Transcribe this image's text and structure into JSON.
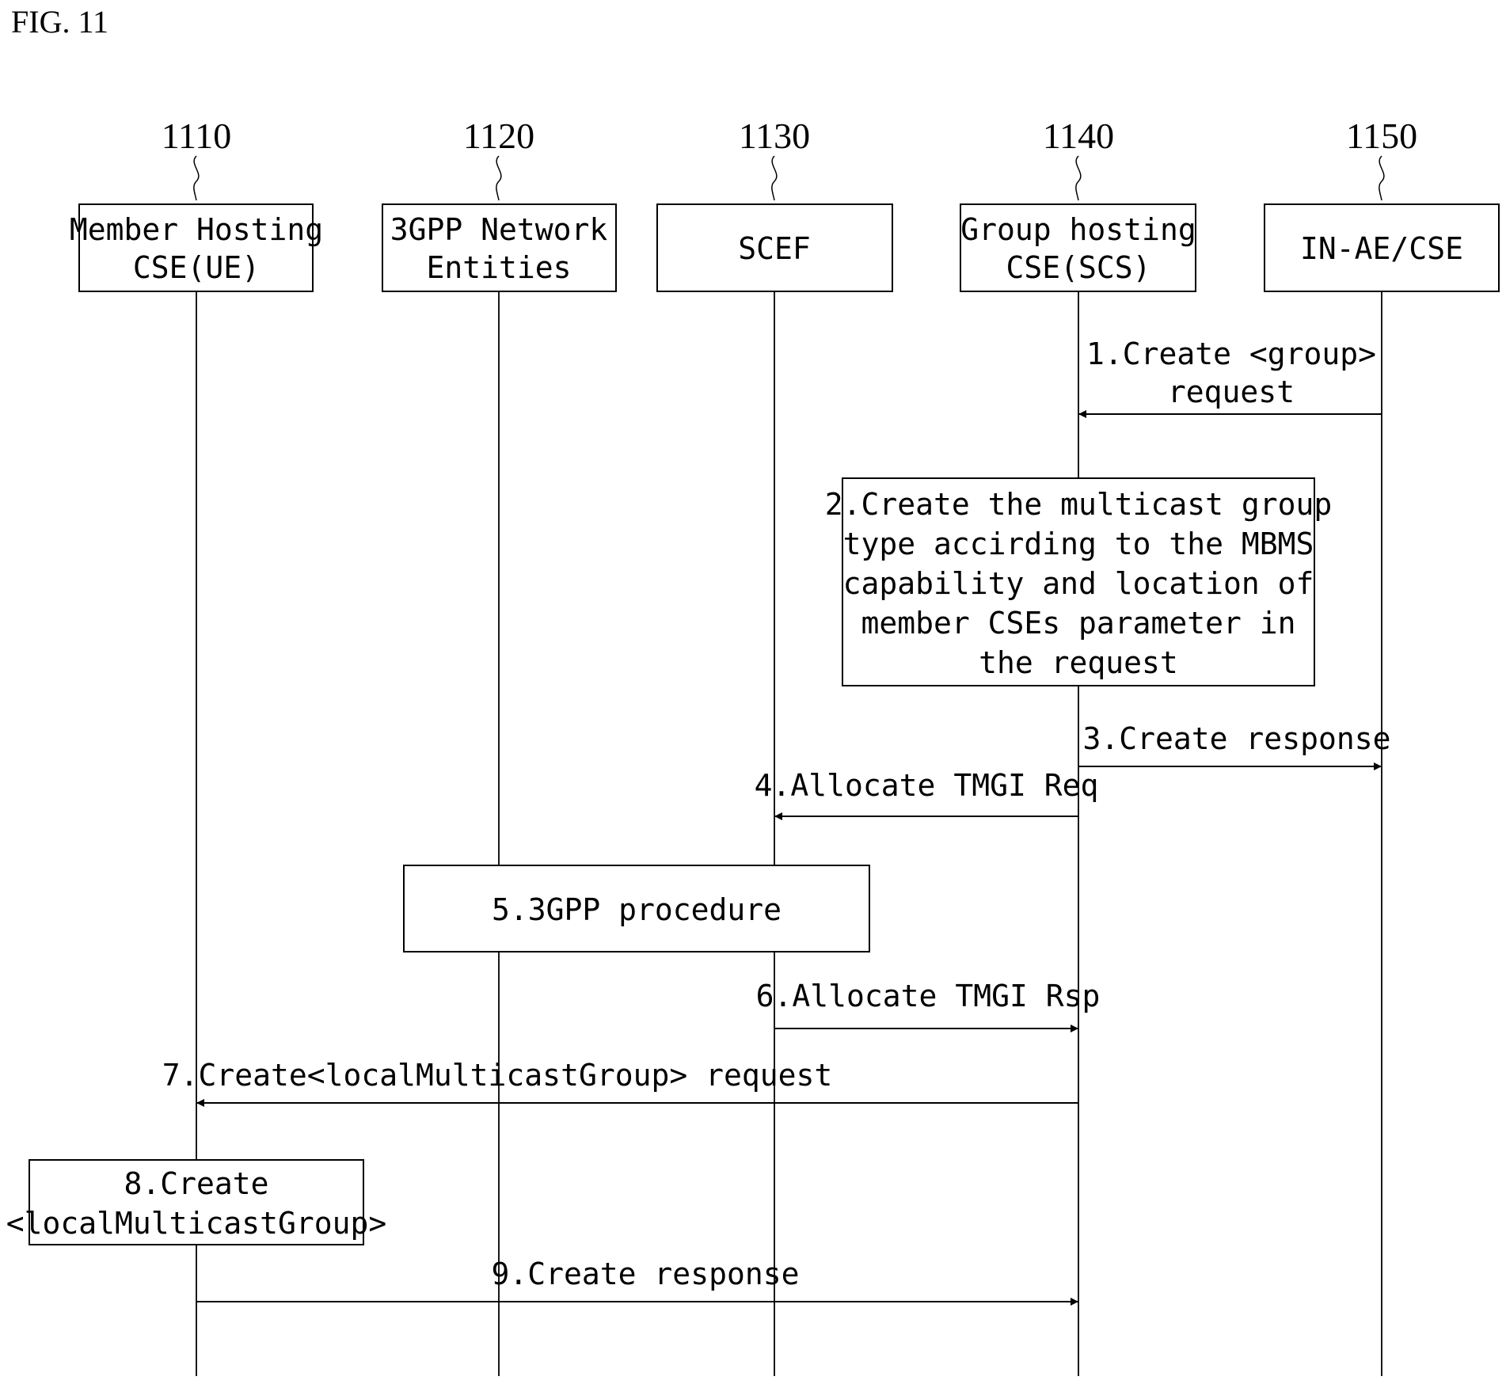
{
  "figure": {
    "title": "FIG. 11"
  },
  "entities": [
    {
      "ref": "1110",
      "lines": [
        "Member Hosting",
        "CSE(UE)"
      ]
    },
    {
      "ref": "1120",
      "lines": [
        "3GPP Network",
        "Entities"
      ]
    },
    {
      "ref": "1130",
      "lines": [
        "SCEF"
      ]
    },
    {
      "ref": "1140",
      "lines": [
        "Group hosting",
        "CSE(SCS)"
      ]
    },
    {
      "ref": "1150",
      "lines": [
        "IN-AE/CSE"
      ]
    }
  ],
  "steps": {
    "s1": [
      "1.Create <group>",
      "request"
    ],
    "s2": [
      "2.Create the multicast group",
      "type accirding to the MBMS",
      "capability and location of",
      "member CSEs parameter in",
      "the request"
    ],
    "s3": [
      "3.Create response"
    ],
    "s4": [
      "4.Allocate TMGI Req"
    ],
    "s5": [
      "5.3GPP procedure"
    ],
    "s6": [
      "6.Allocate TMGI Rsp"
    ],
    "s7": [
      "7.Create<localMulticastGroup> request"
    ],
    "s8": [
      "8.Create",
      "<localMulticastGroup>"
    ],
    "s9": [
      "9.Create response"
    ]
  }
}
